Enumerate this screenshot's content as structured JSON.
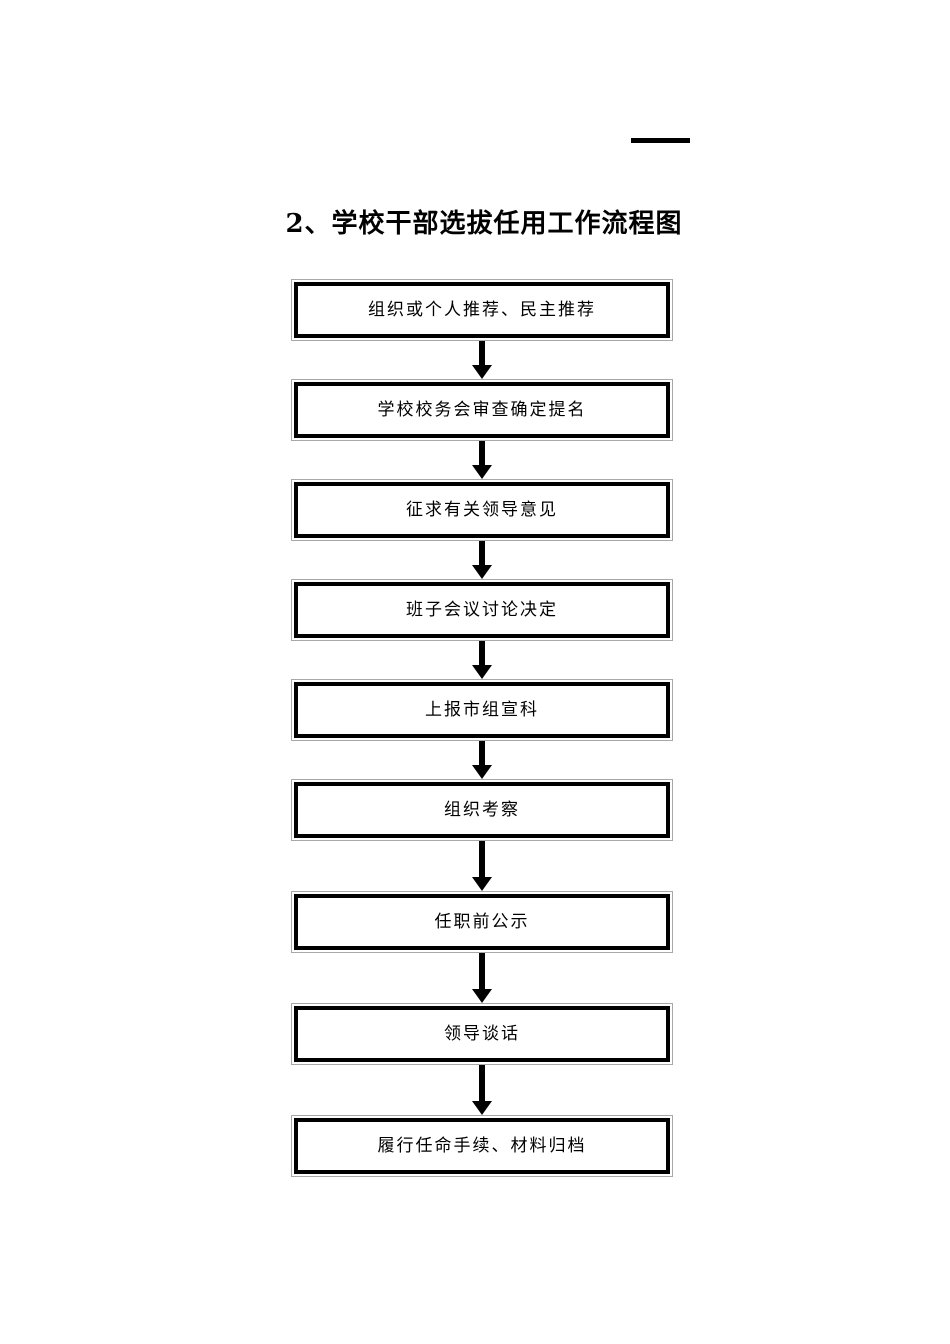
{
  "document": {
    "title": "2、学校干部选拔任用工作流程图",
    "top_rule": "horizontal-rule-mark",
    "page_background": "#ffffff",
    "line_color": "#000000",
    "frame_outer_color": "#a8a8a8"
  },
  "flowchart": {
    "type": "vertical-linear-flow",
    "orientation": "top-to-bottom",
    "node_count": 9,
    "connector_count": 8,
    "nodes": [
      {
        "id": "node-1",
        "label": "组织或个人推荐、民主推荐"
      },
      {
        "id": "node-2",
        "label": "学校校务会审查确定提名"
      },
      {
        "id": "node-3",
        "label": "征求有关领导意见"
      },
      {
        "id": "node-4",
        "label": "班子会议讨论决定"
      },
      {
        "id": "node-5",
        "label": "上报市组宣科"
      },
      {
        "id": "node-6",
        "label": "组织考察"
      },
      {
        "id": "node-7",
        "label": "任职前公示"
      },
      {
        "id": "node-8",
        "label": "领导谈话"
      },
      {
        "id": "node-9",
        "label": "履行任命手续、材料归档"
      }
    ],
    "connectors": [
      {
        "id": "arrow-1",
        "from": "node-1",
        "to": "node-2",
        "shape": "down-arrow",
        "gap": 38
      },
      {
        "id": "arrow-2",
        "from": "node-2",
        "to": "node-3",
        "shape": "down-arrow",
        "gap": 38
      },
      {
        "id": "arrow-3",
        "from": "node-3",
        "to": "node-4",
        "shape": "down-arrow",
        "gap": 38
      },
      {
        "id": "arrow-4",
        "from": "node-4",
        "to": "node-5",
        "shape": "down-arrow",
        "gap": 38
      },
      {
        "id": "arrow-5",
        "from": "node-5",
        "to": "node-6",
        "shape": "down-arrow",
        "gap": 38
      },
      {
        "id": "arrow-6",
        "from": "node-6",
        "to": "node-7",
        "shape": "down-arrow",
        "gap": 50
      },
      {
        "id": "arrow-7",
        "from": "node-7",
        "to": "node-8",
        "shape": "down-arrow",
        "gap": 50
      },
      {
        "id": "arrow-8",
        "from": "node-8",
        "to": "node-9",
        "shape": "down-arrow",
        "gap": 50
      }
    ]
  }
}
